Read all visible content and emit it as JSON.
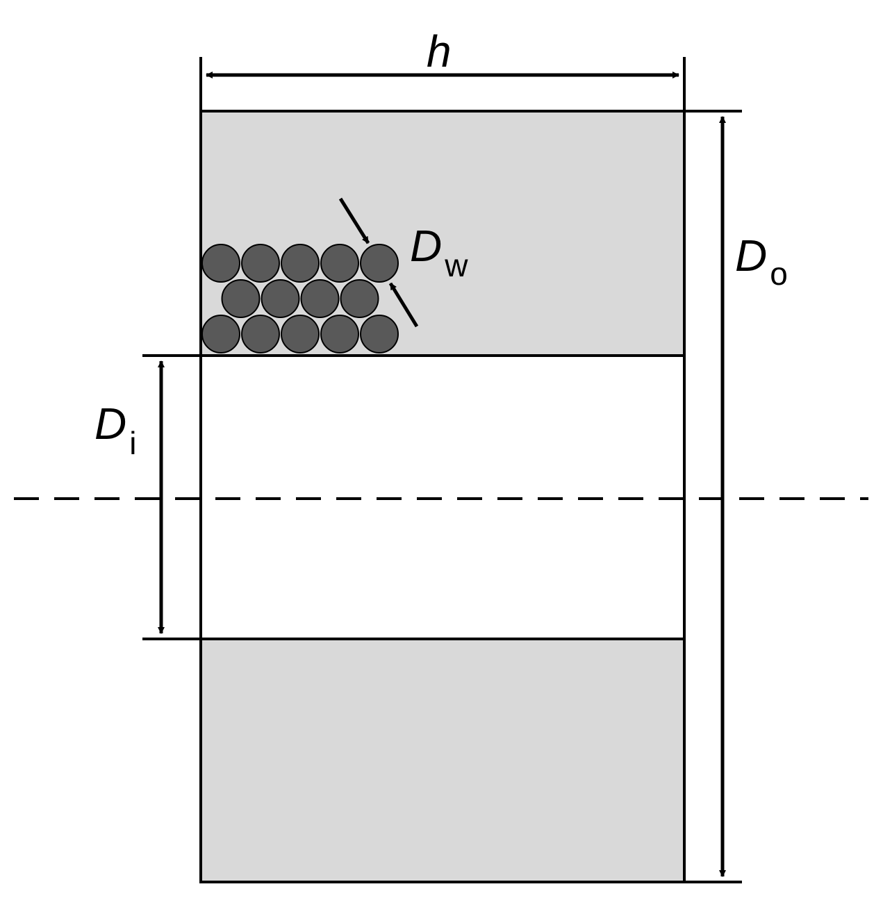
{
  "labels": {
    "height": {
      "symbol": "h"
    },
    "wire_diameter": {
      "symbol": "D",
      "subscript": "w"
    },
    "outer_diameter": {
      "symbol": "D",
      "subscript": "o"
    },
    "inner_diameter": {
      "symbol": "D",
      "subscript": "i"
    }
  },
  "winding": {
    "rows": [
      5,
      4,
      5
    ]
  },
  "colors": {
    "winding_fill": "#d9d9d9",
    "wire_fill": "#595959",
    "line": "#000000"
  }
}
